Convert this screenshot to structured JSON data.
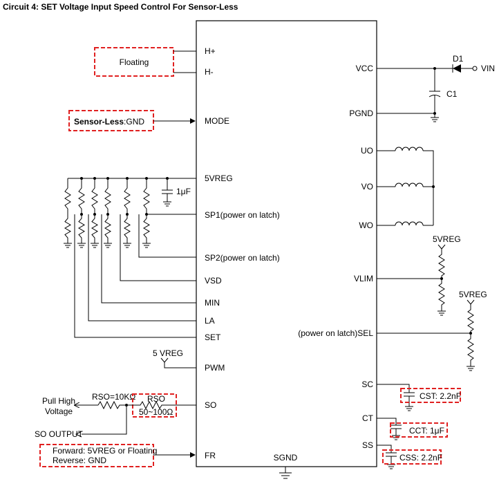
{
  "title": "Circuit 4: SET Voltage Input Speed Control For Sensor-Less",
  "ic": {
    "left_pins": {
      "h_plus": "H+",
      "h_minus": "H-",
      "mode": "MODE",
      "vreg5": "5VREG",
      "sp1": "SP1(power on latch)",
      "sp2": "SP2(power on latch)",
      "vsd": "VSD",
      "min": "MIN",
      "la": "LA",
      "set": "SET",
      "pwm": "PWM",
      "so": "SO",
      "fr": "FR"
    },
    "right_pins": {
      "vcc": "VCC",
      "pgnd": "PGND",
      "uo": "UO",
      "vo": "VO",
      "wo": "WO",
      "vlim": "VLIM",
      "sel": "(power on latch)SEL",
      "sc": "SC",
      "ct": "CT",
      "ss": "SS"
    },
    "bottom_pin": "SGND"
  },
  "external": {
    "floating": "Floating",
    "sensorless_bold": "Sensor-Less",
    "sensorless_rest": ":GND",
    "cap_1uf": "1μF",
    "vreg_pwm": "5 VREG",
    "pull_high_1": "Pull High",
    "pull_high_2": "Voltage",
    "rso_main": "RSO=10KΩ",
    "rso_series": "RSO",
    "rso_range": "50~100Ω",
    "so_output": "SO OUTPUT",
    "fr_line1": "Forward: 5VREG or Floating",
    "fr_line2": "Reverse: GND",
    "d1": "D1",
    "vin": "VIN",
    "c1": "C1",
    "vreg_vlim": "5VREG",
    "vreg_sel": "5VREG",
    "cst": "CST: 2.2nF",
    "cct": "CCT: 1μF",
    "css": "CSS: 2.2nF"
  }
}
